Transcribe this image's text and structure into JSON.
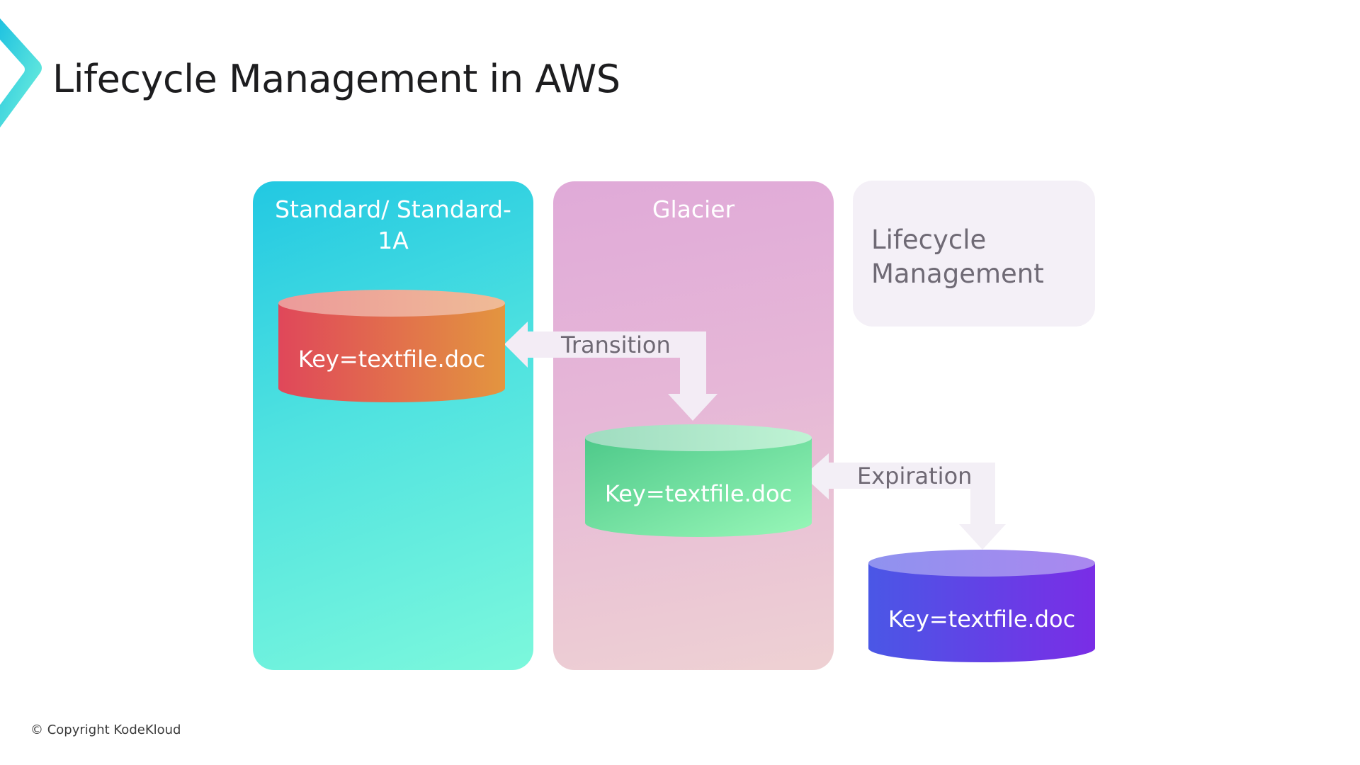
{
  "slide": {
    "title": "Lifecycle Management in AWS",
    "footer": "© Copyright KodeKloud",
    "logo_icon": "chevron-right-icon"
  },
  "panels": {
    "standard": {
      "title": "Standard/ Standard-1A",
      "color_start": "#22c8e2",
      "color_end": "#7cf8dc"
    },
    "glacier": {
      "title": "Glacier",
      "color_start": "#e0aad8",
      "color_end": "#eed1d3"
    },
    "lifecycle": {
      "title": "Lifecycle Management",
      "background": "#f4f0f7",
      "text_color": "#6f6a75"
    }
  },
  "objects": [
    {
      "id": "standard-object",
      "label": "Key=textfile.doc",
      "color_start": "#e0475a",
      "color_end": "#e3953f",
      "top_start": "#ec9a9a",
      "top_end": "#efbb96"
    },
    {
      "id": "glacier-object",
      "label": "Key=textfile.doc",
      "color_start": "#4ec98a",
      "color_end": "#98f7b8",
      "top_start": "#9fdcc0",
      "top_end": "#bff3d4"
    },
    {
      "id": "expired-object",
      "label": "Key=textfile.doc",
      "color_start": "#4a57e6",
      "color_end": "#7a2de6",
      "top_start": "#8f92ef",
      "top_end": "#aa88ef"
    }
  ],
  "arrows": {
    "transition": {
      "label": "Transition",
      "color": "#f3ecf5"
    },
    "expiration": {
      "label": "Expiration",
      "color": "#f3eff6"
    }
  }
}
